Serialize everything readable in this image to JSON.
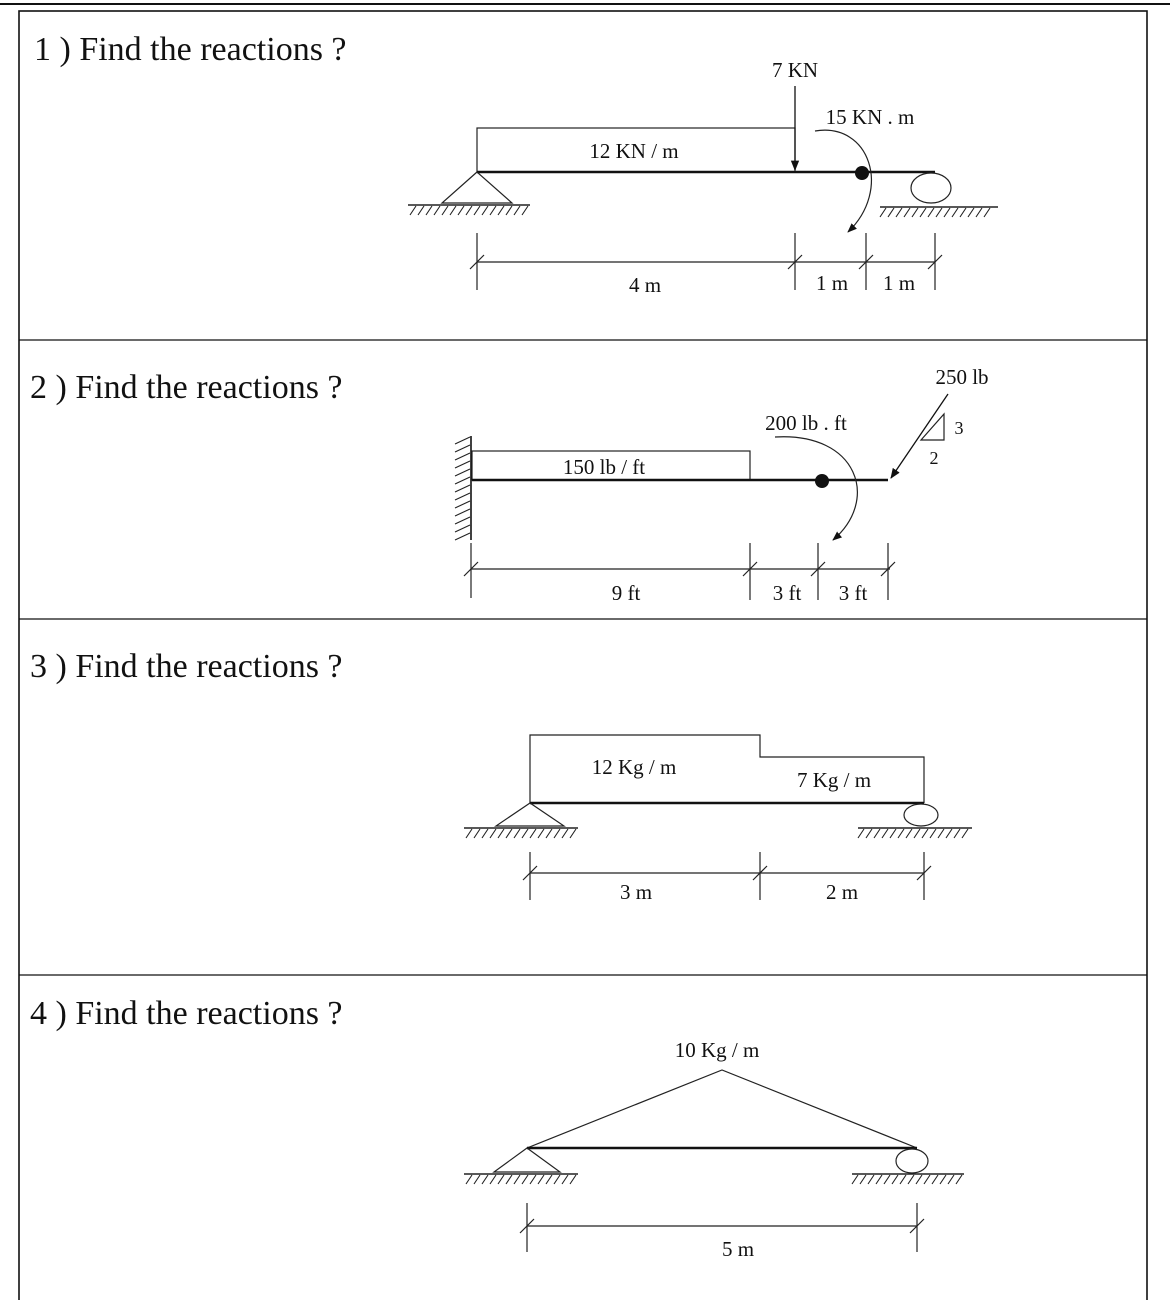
{
  "problems": [
    {
      "question": "1 ) Find the reactions ?",
      "distributed_load": "12 KN / m",
      "point_load": "7 KN",
      "moment": "15 KN . m",
      "dims": [
        "4 m",
        "1 m",
        "1 m"
      ]
    },
    {
      "question": "2 ) Find the reactions ?",
      "distributed_load": "150 lb / ft",
      "moment": "200 lb . ft",
      "point_load": "250 lb",
      "slope_rise": "3",
      "slope_run": "2",
      "dims": [
        "9 ft",
        "3 ft",
        "3 ft"
      ]
    },
    {
      "question": "3 ) Find the reactions ?",
      "load_left": "12 Kg / m",
      "load_right": "7 Kg / m",
      "dims": [
        "3 m",
        "2 m"
      ]
    },
    {
      "question": "4 ) Find the reactions ?",
      "peak_load": "10 Kg / m",
      "dims": [
        "5 m"
      ]
    }
  ]
}
